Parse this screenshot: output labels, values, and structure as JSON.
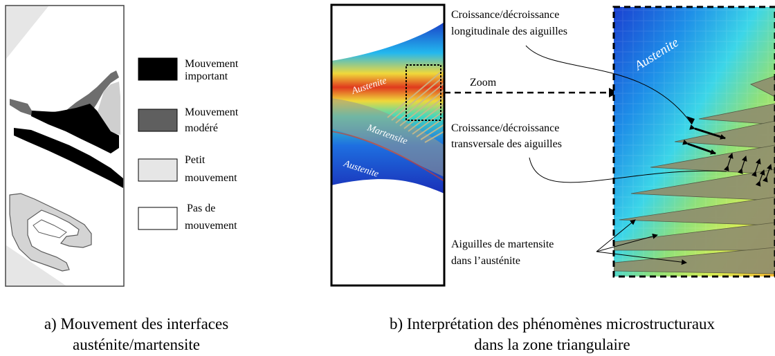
{
  "panel_a": {
    "legend": [
      {
        "line1": "Mouvement",
        "line2": "important",
        "color": "#000000"
      },
      {
        "line1": "Mouvement",
        "line2": "modéré",
        "color": "#5f5f5f"
      },
      {
        "line1": "Petit",
        "line2": "mouvement",
        "color": "#e6e6e6"
      },
      {
        "line1": "Pas de",
        "line2": "mouvement",
        "color": "#ffffff"
      }
    ],
    "caption_line1": "a) Mouvement des interfaces",
    "caption_line2": "austénite/martensite"
  },
  "panel_b": {
    "region_labels": {
      "austenite_top": "Austenite",
      "martensite": "Martensite",
      "austenite_bottom": "Austenite",
      "austenite_zoom": "Austenite"
    },
    "zoom_label": "Zoom",
    "annotation_longitudinal_line1": "Croissance/décroissance",
    "annotation_longitudinal_line2": "longitudinale des aiguilles",
    "annotation_transverse_line1": "Croissance/décroissance",
    "annotation_transverse_line2": "transversale des aiguilles",
    "annotation_needles_line1": "Aiguilles de martensite",
    "annotation_needles_line2": "dans l’austénite",
    "caption_line1": "b) Interprétation des phénomènes microstructuraux",
    "caption_line2": "dans la zone triangulaire"
  },
  "colors": {
    "strong": "#000000",
    "moderate": "#5f5f5f",
    "small": "#e6e6e6",
    "none": "#ffffff",
    "field_blue": "#1a4fd0",
    "field_cyan": "#33c8f0",
    "field_green": "#8fe07a",
    "field_yellow": "#f5e64a",
    "field_red": "#e03a1e",
    "needle": "#8f8f6e"
  }
}
